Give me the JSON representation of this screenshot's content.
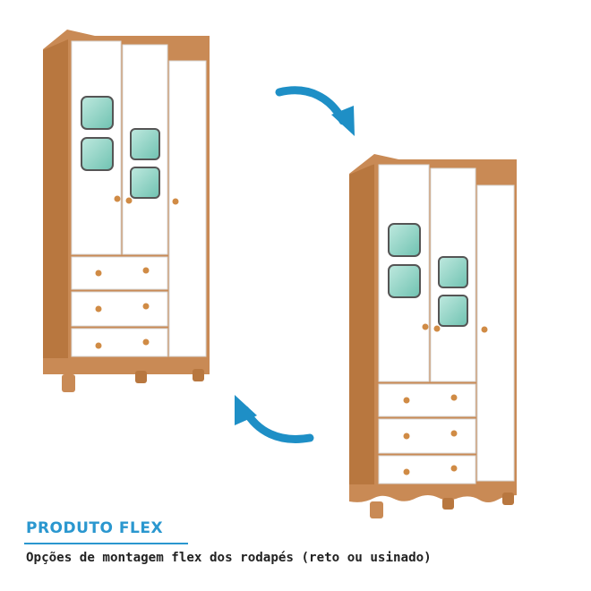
{
  "caption": {
    "title": "PRODUTO FLEX",
    "subtitle": "Opções de montagem flex dos rodapés (reto ou usinado)"
  },
  "colors": {
    "wood": "#c98a55",
    "wood_dark": "#a96a3a",
    "panel": "#ffffff",
    "glass": "#8fd3c5",
    "arrow": "#1e8fc6",
    "accent": "#2a97cf"
  },
  "illustration": {
    "wardrobes": [
      "straight-base",
      "carved-base"
    ],
    "arrows": [
      "curved-arrow-down-right",
      "curved-arrow-up-left"
    ]
  }
}
